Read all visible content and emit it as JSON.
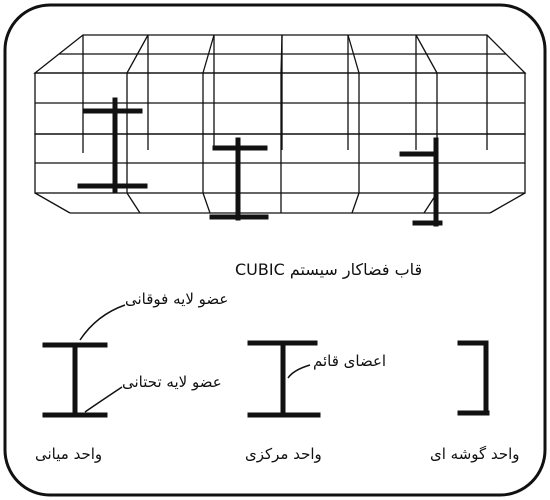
{
  "frame_title": "قاب فضاکار سیستم CUBIC",
  "labels": {
    "top_chord": "عضو لایه فوقانی",
    "bottom_chord": "عضو لایه تحتانی",
    "vertical_members": "اعضای قائم"
  },
  "units": {
    "middle": "واحد میانی",
    "central": "واحد مرکزی",
    "corner": "واحد گوشه ای"
  }
}
